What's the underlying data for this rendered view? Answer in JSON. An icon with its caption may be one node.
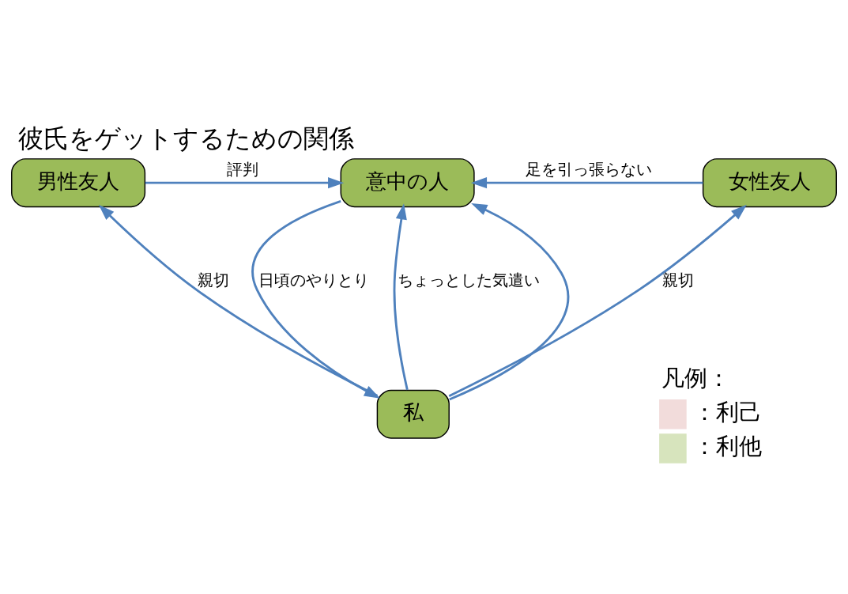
{
  "diagram": {
    "title": "彼氏をゲットするための関係",
    "nodes": [
      {
        "text": [
          "男性友人"
        ]
      },
      {
        "text": [
          "意中の人"
        ]
      },
      {
        "text": [
          "女性友人"
        ]
      },
      {
        "text": [
          "私"
        ]
      }
    ],
    "edges": [
      {
        "from": 0,
        "to": 1,
        "arrow": "to",
        "label": "評判"
      },
      {
        "from": 2,
        "to": 1,
        "arrow": "to",
        "label": "足を引っ張らない"
      },
      {
        "from": 3,
        "to": 1,
        "arrow": "to",
        "label": "ちょっとした気遣い"
      },
      {
        "from": 3,
        "to": 1,
        "arrow": "to"
      },
      {
        "from": 1,
        "to": 3,
        "arrow": "to",
        "label": "日頃のやりとり"
      },
      {
        "from": 3,
        "to": 0,
        "arrow": "to",
        "label": "親切"
      },
      {
        "from": 3,
        "to": 2,
        "arrow": "to",
        "label": "親切"
      }
    ],
    "labels": [
      "凡例："
    ],
    "legend": [
      {
        "text": "：利己",
        "color": "#f2dcdb"
      },
      {
        "text": "：利他",
        "color": "#d7e4bd"
      }
    ]
  }
}
